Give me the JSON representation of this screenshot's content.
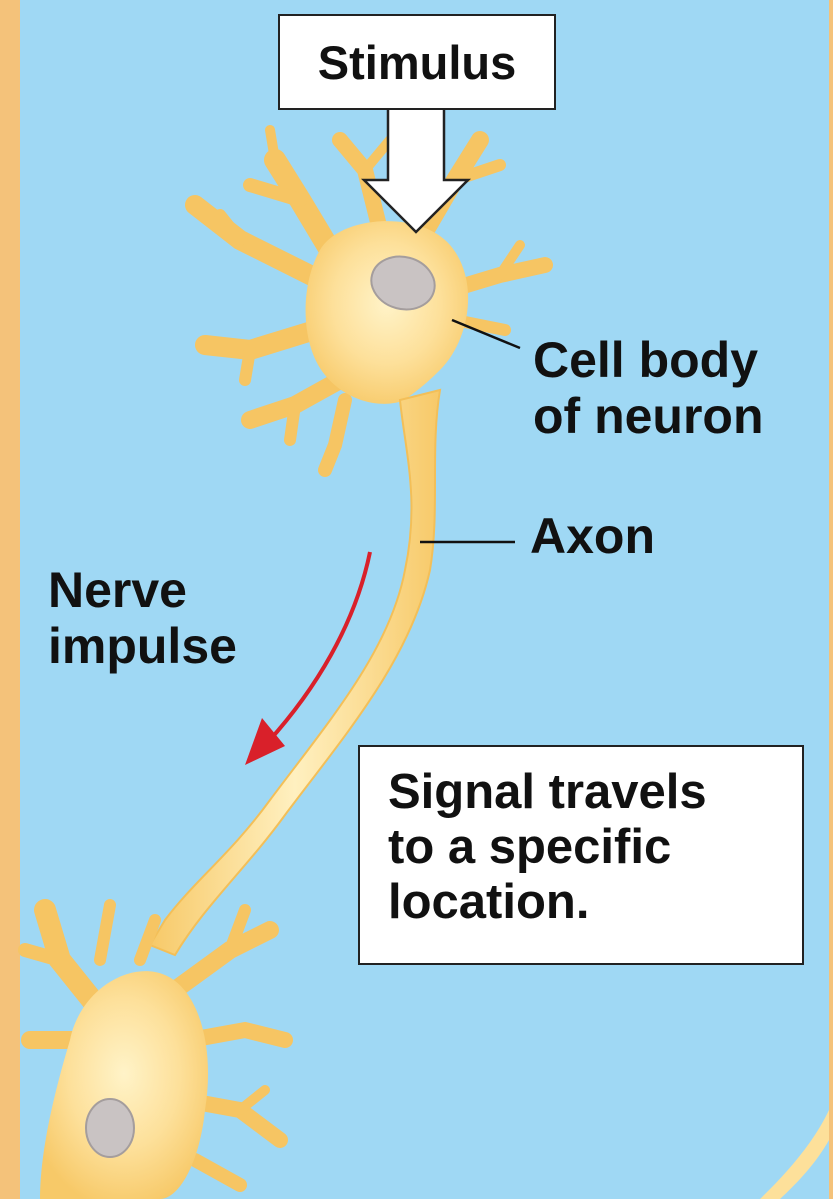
{
  "labels": {
    "stimulus": "Stimulus",
    "cell_body_line1": "Cell body",
    "cell_body_line2": "of neuron",
    "axon": "Axon",
    "nerve_line1": "Nerve",
    "nerve_line2": "impulse",
    "signal_line1": "Signal travels",
    "signal_line2": "to a specific",
    "signal_line3": "location."
  },
  "colors": {
    "background": "#9fd8f4",
    "border": "#f4c27a",
    "neuron": "#fbd77a",
    "neuron_core": "#fff2c4",
    "nucleus": "#c8c2c2",
    "impulse_arrow": "#d9202a"
  }
}
